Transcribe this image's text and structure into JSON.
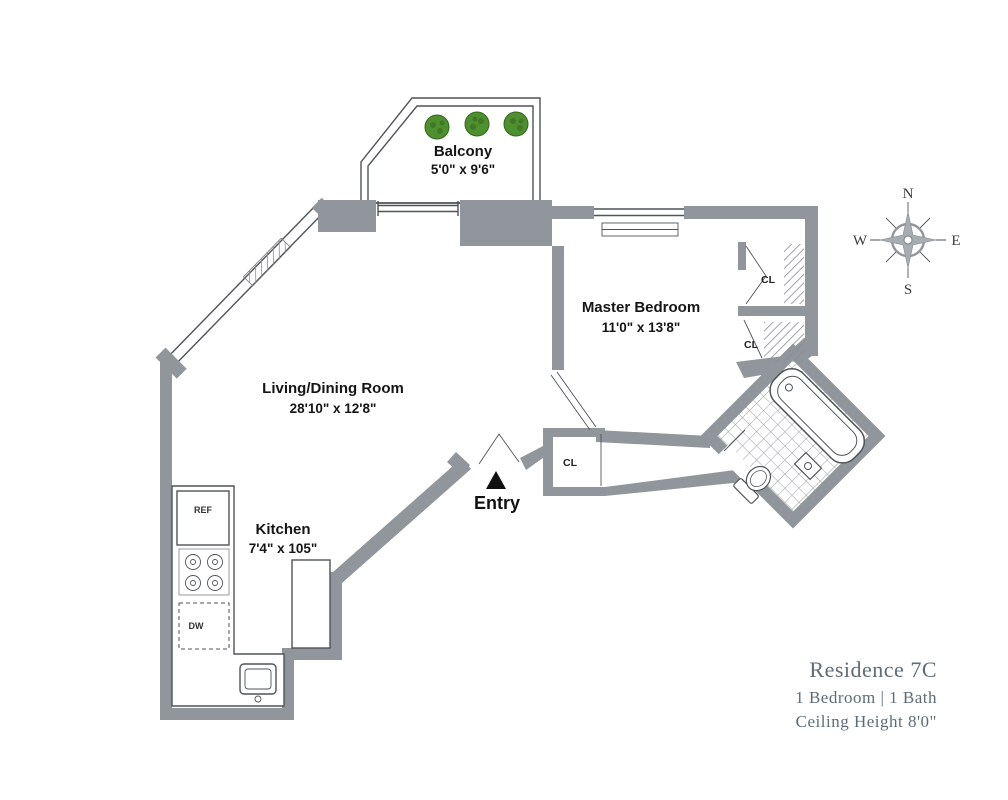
{
  "rooms": {
    "balcony": {
      "name": "Balcony",
      "dims": "5'0\" x 9'6\""
    },
    "living_dining": {
      "name": "Living/Dining Room",
      "dims": "28'10\" x 12'8\""
    },
    "master_bedroom": {
      "name": "Master Bedroom",
      "dims": "11'0\" x 13'8\""
    },
    "kitchen": {
      "name": "Kitchen",
      "dims": "7'4\" x 105\""
    }
  },
  "labels": {
    "entry": "Entry",
    "closet": "CL",
    "refrigerator": "REF",
    "dishwasher": "DW"
  },
  "compass": {
    "north": "N",
    "south": "S",
    "east": "E",
    "west": "W"
  },
  "title_block": {
    "residence": "Residence 7C",
    "bed_bath": "1 Bedroom | 1 Bath",
    "ceiling": "Ceiling Height 8'0\""
  },
  "colors": {
    "wall": "#90969b",
    "line": "#4f5458",
    "tree_green": "#4e8f2f",
    "tree_dark": "#35661d",
    "title_text": "#5d6c77"
  }
}
